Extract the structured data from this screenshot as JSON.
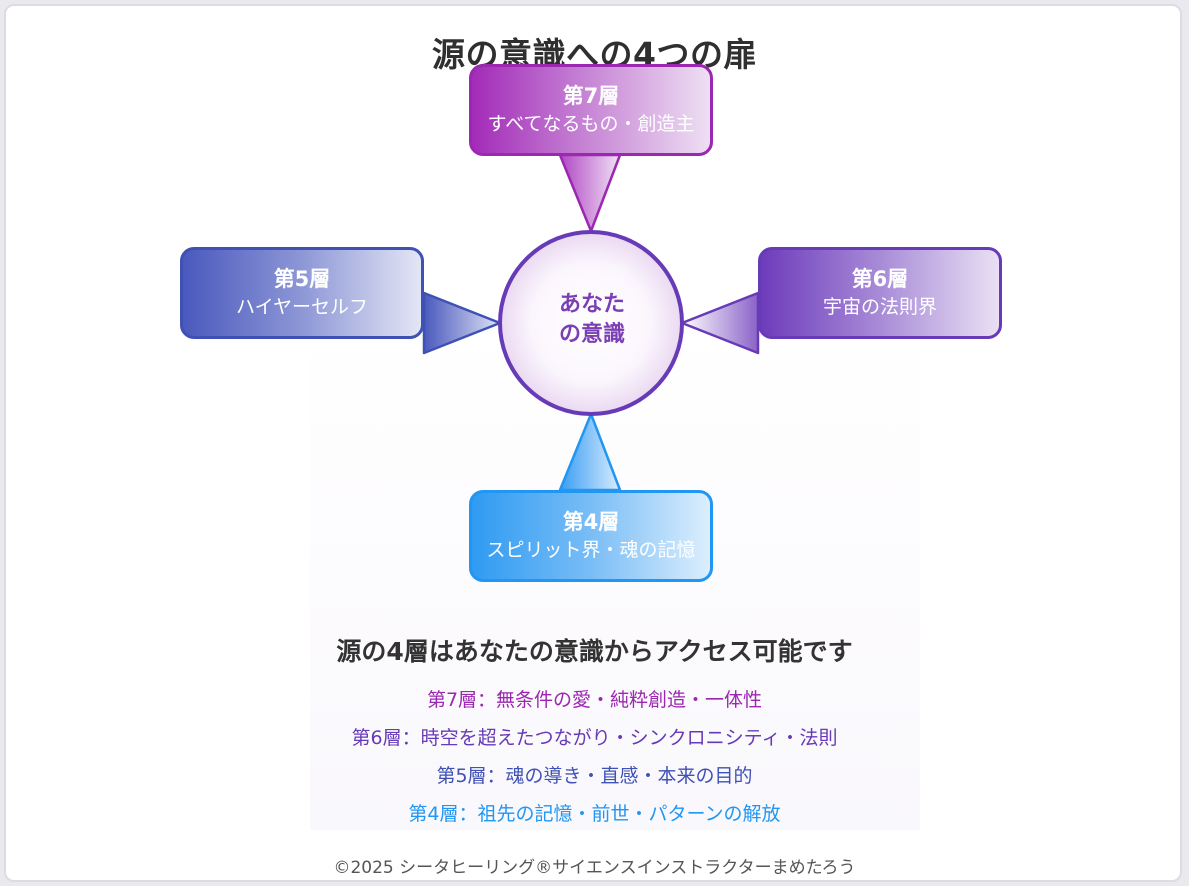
{
  "title": "源の意識への4つの扉",
  "center": {
    "line1": "あなた",
    "line2": "の意識"
  },
  "boxes": {
    "layer7": {
      "layer": "第7層",
      "desc": "すべてなるもの・創造主",
      "color": "#9c27b0"
    },
    "layer5": {
      "layer": "第5層",
      "desc": "ハイヤーセルフ",
      "color": "#3f51b5"
    },
    "layer6": {
      "layer": "第6層",
      "desc": "宇宙の法則界",
      "color": "#673ab7"
    },
    "layer4": {
      "layer": "第4層",
      "desc": "スピリット界・魂の記憶",
      "color": "#2196f3"
    }
  },
  "subtitle": "源の4層はあなたの意識からアクセス可能です",
  "descriptions": [
    "第7層：無条件の愛・純粋創造・一体性",
    "第6層：時空を超えたつながり・シンクロニシティ・法則",
    "第5層：魂の導き・直感・本来の目的",
    "第4層：祖先の記憶・前世・パターンの解放"
  ],
  "footer": "©2025 シータヒーリング®サイエンスインストラクターまめたろう"
}
